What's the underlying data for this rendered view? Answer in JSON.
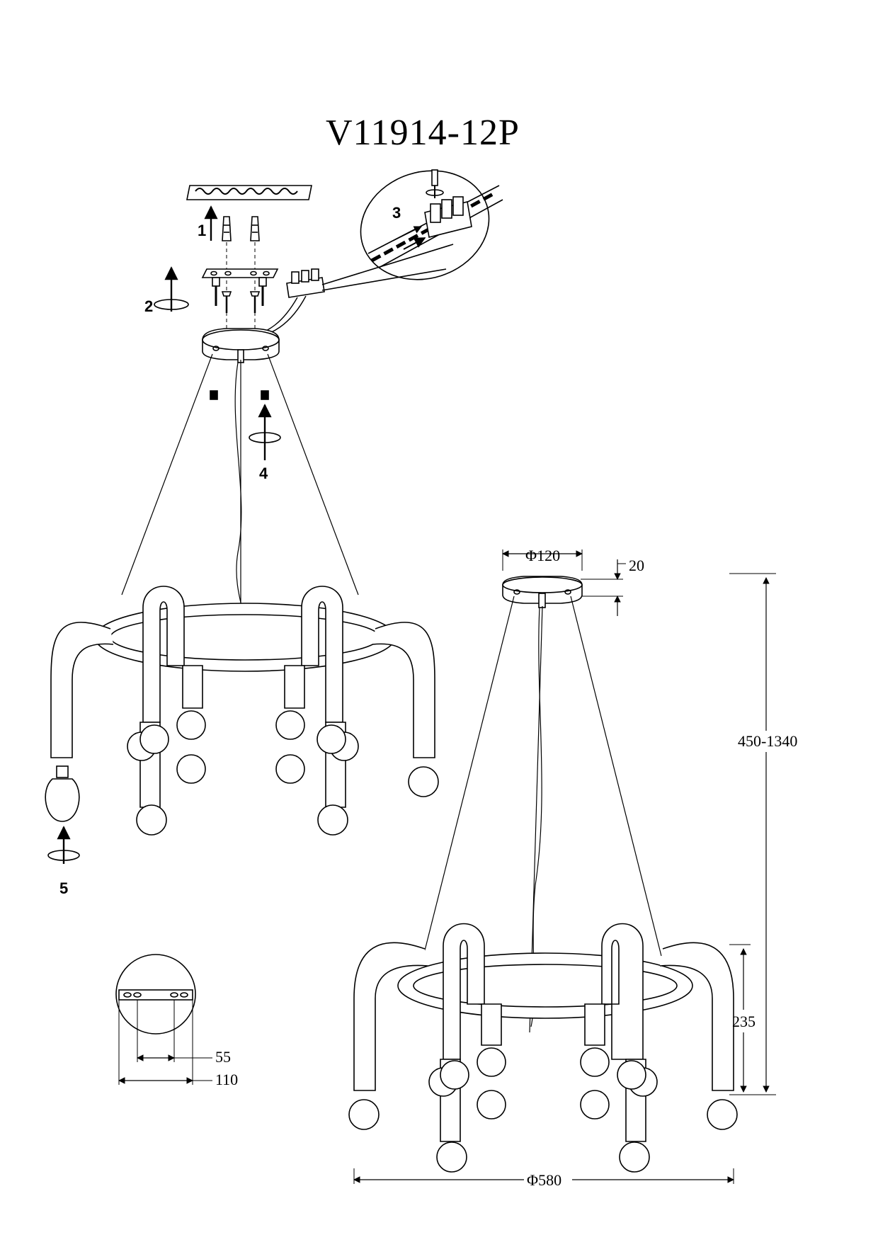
{
  "title": "V11914-12P",
  "steps": [
    "1",
    "2",
    "3",
    "4",
    "5"
  ],
  "dimensions": {
    "canopy_diameter": "Φ120",
    "canopy_height": "20",
    "hanging_height": "450-1340",
    "body_height": "235",
    "body_diameter": "Φ580",
    "bracket_hole_spacing": "55",
    "bracket_length": "110"
  }
}
